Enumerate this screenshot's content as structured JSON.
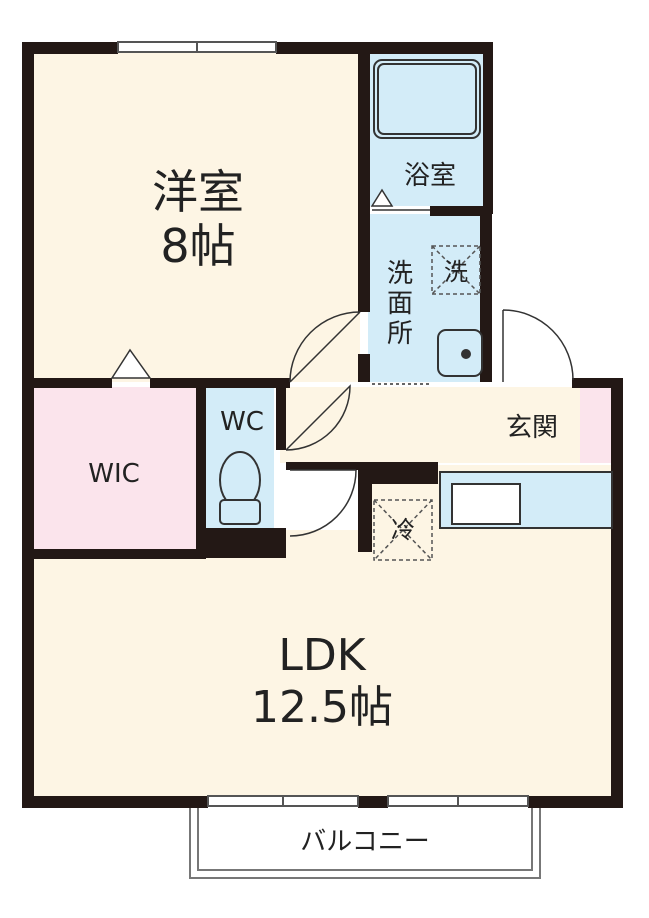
{
  "colors": {
    "wall": "#231815",
    "room_floor": "#fdf5e4",
    "wic_floor": "#fbe4ec",
    "wet_area": "#d3ecf8",
    "entrance_floor": "#fbe4ec"
  },
  "rooms": {
    "western": {
      "name": "洋室",
      "size": "8帖"
    },
    "bath": {
      "name": "浴室"
    },
    "washroom": {
      "name_line1": "洗",
      "name_line2": "面",
      "name_line3": "所"
    },
    "washer": {
      "label": "洗"
    },
    "wc": {
      "name": "WC"
    },
    "wic": {
      "name": "WIC"
    },
    "entrance": {
      "name": "玄関"
    },
    "fridge": {
      "label": "冷"
    },
    "ldk": {
      "name": "LDK",
      "size": "12.5帖"
    },
    "balcony": {
      "name": "バルコニー"
    }
  },
  "icons": {
    "bathtub": "bathtub-icon",
    "toilet": "toilet-icon",
    "sink": "washbasin-icon",
    "washer": "washing-machine-space-icon",
    "fridge": "refrigerator-space-icon",
    "kitchen": "kitchen-counter-icon"
  }
}
